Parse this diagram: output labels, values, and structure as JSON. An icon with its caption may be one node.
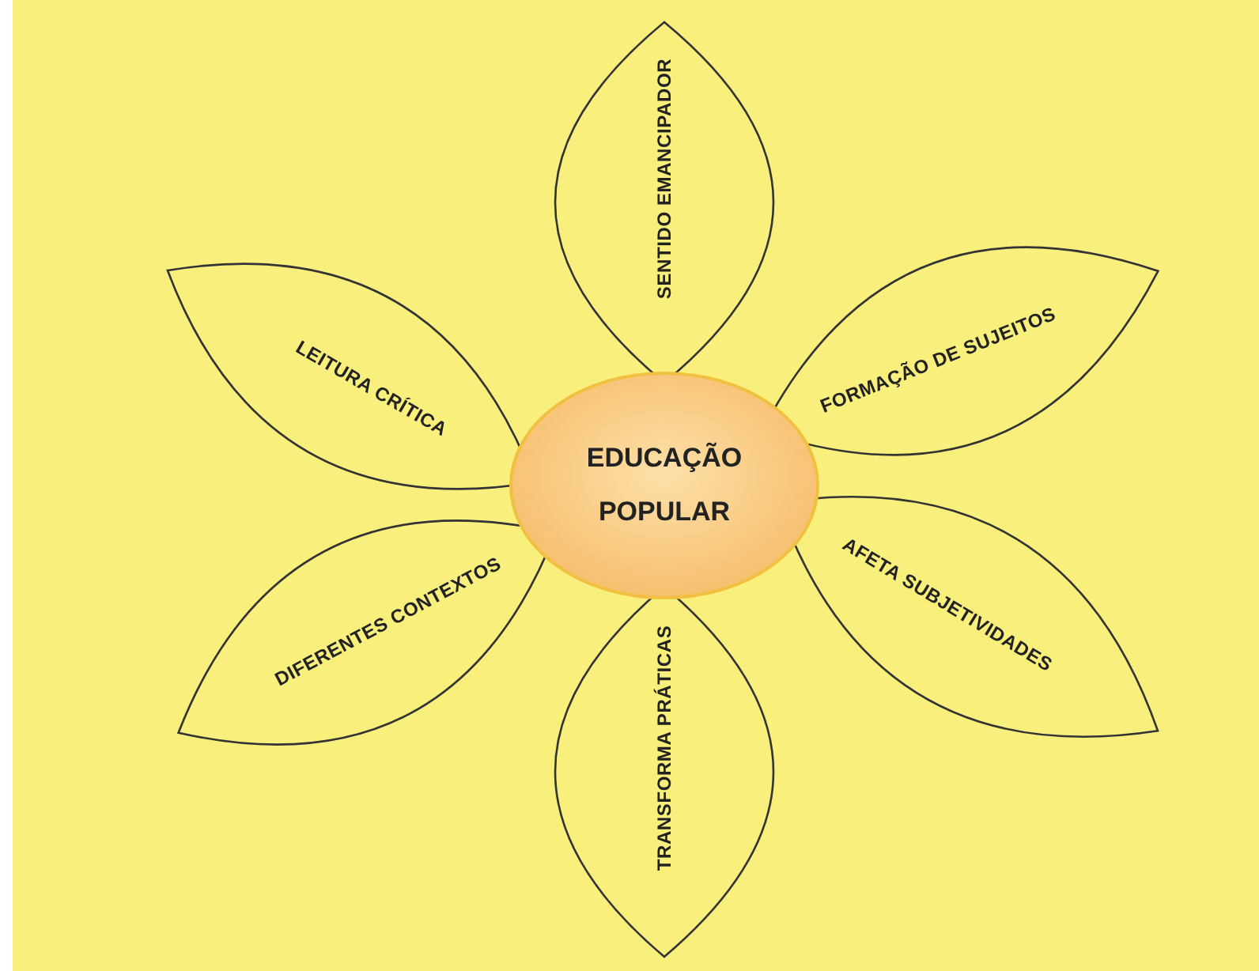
{
  "diagram": {
    "nodes": [
      {
        "text": [
          "EDUCAÇÃO POPULAR"
        ]
      },
      {
        "text": [
          "SENTIDO EMANCIPADOR"
        ]
      },
      {
        "text": [
          "LEITURA CRÍTICA"
        ]
      },
      {
        "text": [
          "FORMAÇÃO DE SUJEITOS"
        ]
      },
      {
        "text": [
          "AFETA SUBJETIVIDADES"
        ]
      },
      {
        "text": [
          "DIFERENTES CONTEXTOS"
        ]
      },
      {
        "text": [
          "TRANSFORMA PRÁTICAS"
        ]
      }
    ]
  }
}
